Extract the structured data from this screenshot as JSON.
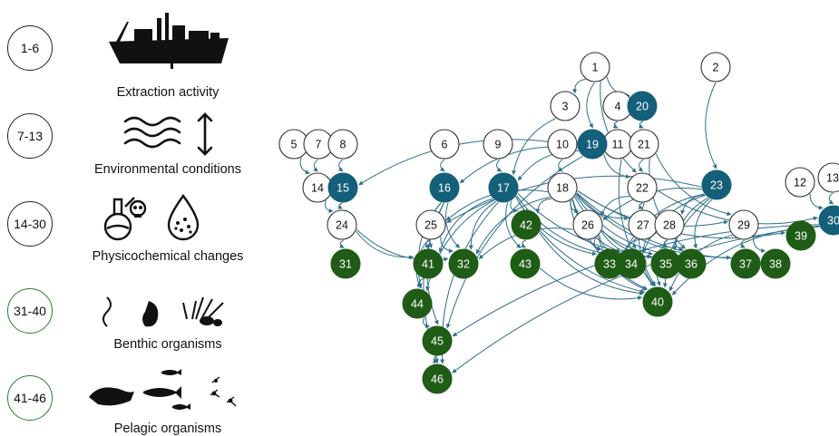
{
  "legend": [
    {
      "range": "1-6",
      "label": "Extraction activity",
      "icon": "ship-icon"
    },
    {
      "range": "7-13",
      "label": "Environmental conditions",
      "icon": "waves-icon"
    },
    {
      "range": "14-30",
      "label": "Physicochemical changes",
      "icon": "chemical-icon"
    },
    {
      "range": "31-40",
      "label": "Benthic organisms",
      "icon": "benthic-icon"
    },
    {
      "range": "41-46",
      "label": "Pelagic organisms",
      "icon": "fish-icon"
    }
  ],
  "colors": {
    "white": "#ffffff",
    "blue": "#145f7a",
    "green": "#1f5c16",
    "edge": "#2f6f8a"
  },
  "nodes": [
    {
      "id": "1",
      "kind": "white"
    },
    {
      "id": "2",
      "kind": "white"
    },
    {
      "id": "3",
      "kind": "white"
    },
    {
      "id": "4",
      "kind": "white"
    },
    {
      "id": "5",
      "kind": "white"
    },
    {
      "id": "6",
      "kind": "white"
    },
    {
      "id": "7",
      "kind": "white"
    },
    {
      "id": "8",
      "kind": "white"
    },
    {
      "id": "9",
      "kind": "white"
    },
    {
      "id": "10",
      "kind": "white"
    },
    {
      "id": "11",
      "kind": "white"
    },
    {
      "id": "12",
      "kind": "white"
    },
    {
      "id": "13",
      "kind": "white"
    },
    {
      "id": "14",
      "kind": "white"
    },
    {
      "id": "15",
      "kind": "blue"
    },
    {
      "id": "16",
      "kind": "blue"
    },
    {
      "id": "17",
      "kind": "blue"
    },
    {
      "id": "18",
      "kind": "white"
    },
    {
      "id": "19",
      "kind": "blue"
    },
    {
      "id": "20",
      "kind": "blue"
    },
    {
      "id": "21",
      "kind": "white"
    },
    {
      "id": "22",
      "kind": "white"
    },
    {
      "id": "23",
      "kind": "blue"
    },
    {
      "id": "24",
      "kind": "white"
    },
    {
      "id": "25",
      "kind": "white"
    },
    {
      "id": "26",
      "kind": "white"
    },
    {
      "id": "27",
      "kind": "white"
    },
    {
      "id": "28",
      "kind": "white"
    },
    {
      "id": "29",
      "kind": "white"
    },
    {
      "id": "30",
      "kind": "blue"
    },
    {
      "id": "31",
      "kind": "green"
    },
    {
      "id": "32",
      "kind": "green"
    },
    {
      "id": "33",
      "kind": "green"
    },
    {
      "id": "34",
      "kind": "green"
    },
    {
      "id": "35",
      "kind": "green"
    },
    {
      "id": "36",
      "kind": "green"
    },
    {
      "id": "37",
      "kind": "green"
    },
    {
      "id": "38",
      "kind": "green"
    },
    {
      "id": "39",
      "kind": "green"
    },
    {
      "id": "40",
      "kind": "green"
    },
    {
      "id": "41",
      "kind": "green"
    },
    {
      "id": "42",
      "kind": "green"
    },
    {
      "id": "43",
      "kind": "green"
    },
    {
      "id": "44",
      "kind": "green"
    },
    {
      "id": "45",
      "kind": "green"
    },
    {
      "id": "46",
      "kind": "green"
    }
  ],
  "edges": [
    [
      "1",
      "3"
    ],
    [
      "1",
      "19"
    ],
    [
      "1",
      "20"
    ],
    [
      "1",
      "22"
    ],
    [
      "3",
      "17"
    ],
    [
      "4",
      "11"
    ],
    [
      "20",
      "21"
    ],
    [
      "2",
      "23"
    ],
    [
      "5",
      "14"
    ],
    [
      "7",
      "14"
    ],
    [
      "8",
      "15"
    ],
    [
      "14",
      "24"
    ],
    [
      "15",
      "24"
    ],
    [
      "24",
      "31"
    ],
    [
      "24",
      "41"
    ],
    [
      "24",
      "32"
    ],
    [
      "6",
      "16"
    ],
    [
      "16",
      "44"
    ],
    [
      "16",
      "41"
    ],
    [
      "16",
      "32"
    ],
    [
      "16",
      "45"
    ],
    [
      "9",
      "17"
    ],
    [
      "17",
      "42"
    ],
    [
      "17",
      "43"
    ],
    [
      "17",
      "33"
    ],
    [
      "17",
      "41"
    ],
    [
      "17",
      "40"
    ],
    [
      "17",
      "34"
    ],
    [
      "17",
      "32"
    ],
    [
      "17",
      "36"
    ],
    [
      "10",
      "18"
    ],
    [
      "18",
      "25"
    ],
    [
      "18",
      "26"
    ],
    [
      "18",
      "27"
    ],
    [
      "18",
      "42"
    ],
    [
      "18",
      "33"
    ],
    [
      "18",
      "34"
    ],
    [
      "18",
      "35"
    ],
    [
      "18",
      "36"
    ],
    [
      "18",
      "37"
    ],
    [
      "18",
      "38"
    ],
    [
      "18",
      "39"
    ],
    [
      "18",
      "29"
    ],
    [
      "18",
      "40"
    ],
    [
      "19",
      "16"
    ],
    [
      "19",
      "22"
    ],
    [
      "19",
      "17"
    ],
    [
      "19",
      "15"
    ],
    [
      "19",
      "45"
    ],
    [
      "21",
      "22"
    ],
    [
      "21",
      "29"
    ],
    [
      "21",
      "36"
    ],
    [
      "22",
      "27"
    ],
    [
      "22",
      "26"
    ],
    [
      "22",
      "40"
    ],
    [
      "23",
      "25"
    ],
    [
      "23",
      "26"
    ],
    [
      "23",
      "28"
    ],
    [
      "23",
      "33"
    ],
    [
      "23",
      "34"
    ],
    [
      "23",
      "35"
    ],
    [
      "23",
      "36"
    ],
    [
      "23",
      "40"
    ],
    [
      "25",
      "41"
    ],
    [
      "25",
      "44"
    ],
    [
      "25",
      "32"
    ],
    [
      "26",
      "33"
    ],
    [
      "26",
      "34"
    ],
    [
      "26",
      "35"
    ],
    [
      "26",
      "36"
    ],
    [
      "26",
      "40"
    ],
    [
      "27",
      "34"
    ],
    [
      "27",
      "40"
    ],
    [
      "28",
      "33"
    ],
    [
      "28",
      "35"
    ],
    [
      "28",
      "36"
    ],
    [
      "28",
      "40"
    ],
    [
      "29",
      "37"
    ],
    [
      "29",
      "38"
    ],
    [
      "29",
      "40"
    ],
    [
      "12",
      "30"
    ],
    [
      "13",
      "30"
    ],
    [
      "30",
      "45"
    ],
    [
      "30",
      "46"
    ],
    [
      "30",
      "40"
    ],
    [
      "42",
      "43"
    ],
    [
      "42",
      "40"
    ],
    [
      "41",
      "44"
    ],
    [
      "44",
      "45"
    ],
    [
      "45",
      "46"
    ],
    [
      "43",
      "40"
    ],
    [
      "11",
      "40"
    ],
    [
      "17",
      "46"
    ],
    [
      "17",
      "44"
    ],
    [
      "16",
      "46"
    ],
    [
      "18",
      "32"
    ],
    [
      "26",
      "32"
    ],
    [
      "22",
      "30"
    ]
  ]
}
